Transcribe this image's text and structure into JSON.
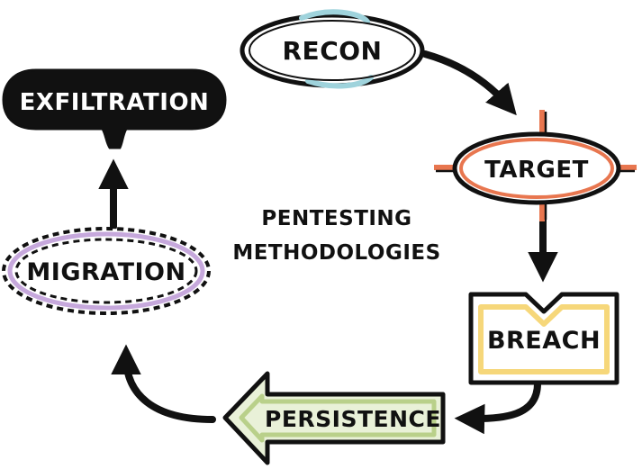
{
  "title": {
    "line1": "PENTESTING",
    "line2": "METHODOLOGIES"
  },
  "stages": {
    "recon": "RECON",
    "target": "TARGET",
    "breach": "BREACH",
    "persistence": "PERSISTENCE",
    "migration": "MIGRATION",
    "exfiltration": "EXFILTRATION"
  },
  "colors": {
    "ink": "#111111",
    "recon_accent": "#9fd3dc",
    "target_accent": "#e8764f",
    "breach_accent": "#f6d77a",
    "persistence_accent": "#b9d08a",
    "migration_accent": "#c6a8dc",
    "exfiltration_fill": "#111111"
  }
}
